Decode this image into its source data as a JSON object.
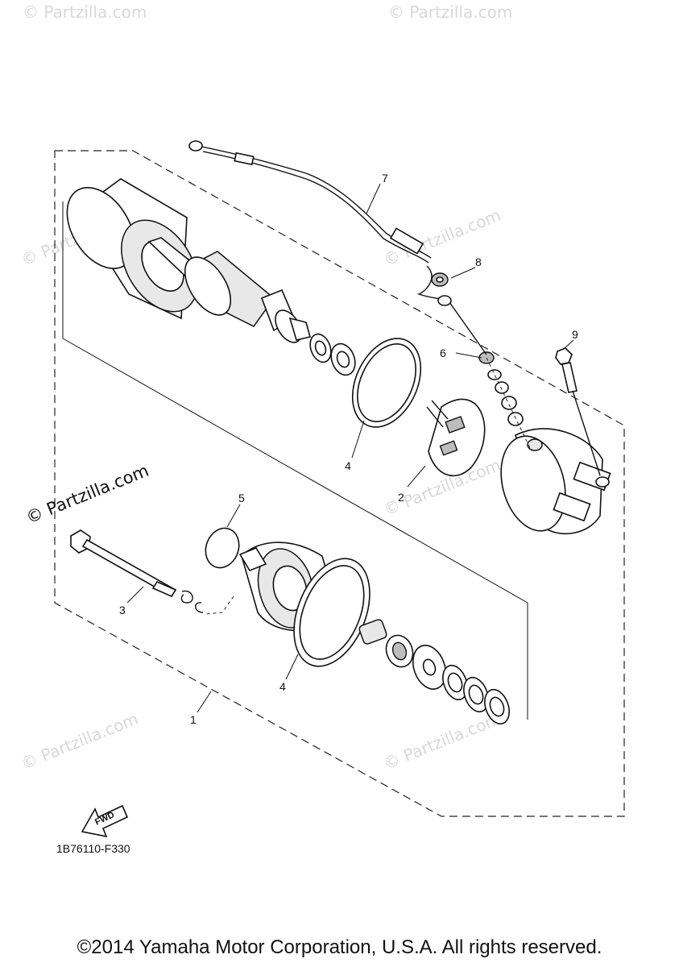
{
  "watermark": "© Partzilla.com",
  "diagram_code": "1B76110-F330",
  "fwd_label": "FWD",
  "callouts": [
    {
      "id": "callout-1",
      "label": "1"
    },
    {
      "id": "callout-2",
      "label": "2"
    },
    {
      "id": "callout-3",
      "label": "3"
    },
    {
      "id": "callout-4a",
      "label": "4"
    },
    {
      "id": "callout-4b",
      "label": "4"
    },
    {
      "id": "callout-5",
      "label": "5"
    },
    {
      "id": "callout-6",
      "label": "6"
    },
    {
      "id": "callout-7",
      "label": "7"
    },
    {
      "id": "callout-8",
      "label": "8"
    },
    {
      "id": "callout-9",
      "label": "9"
    }
  ],
  "copyright": "©2014 Yamaha Motor Corporation, U.S.A. All rights reserved."
}
